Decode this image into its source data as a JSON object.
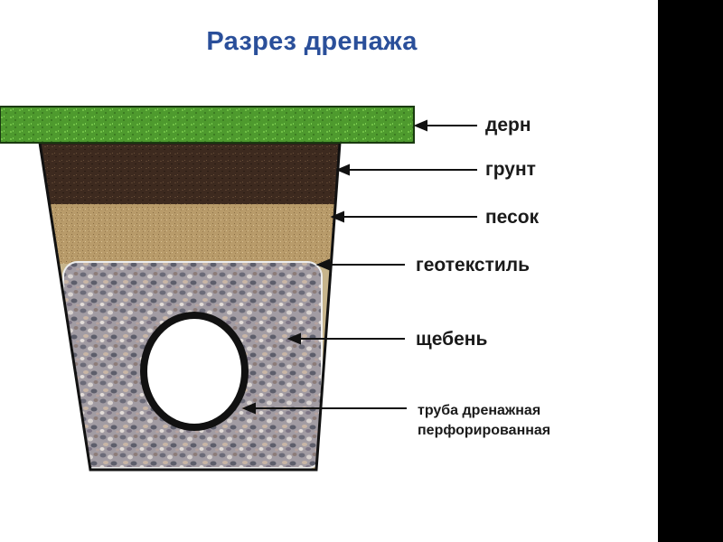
{
  "title": "Разрез дренажа",
  "labels": {
    "turf": "дерн",
    "soil": "грунт",
    "sand": "песок",
    "geotextile": "геотекстиль",
    "gravel": "щебень",
    "pipe_line1": "труба дренажная",
    "pipe_line2": "перфорированная"
  },
  "colors": {
    "title": "#2a4f9a",
    "turf": "#4e9a2e",
    "soil": "#3d2a1f",
    "sand": "#b89b6a",
    "gravel": "#a8a3a8",
    "pipe_inner": "#ffffff",
    "outline": "#111111"
  }
}
